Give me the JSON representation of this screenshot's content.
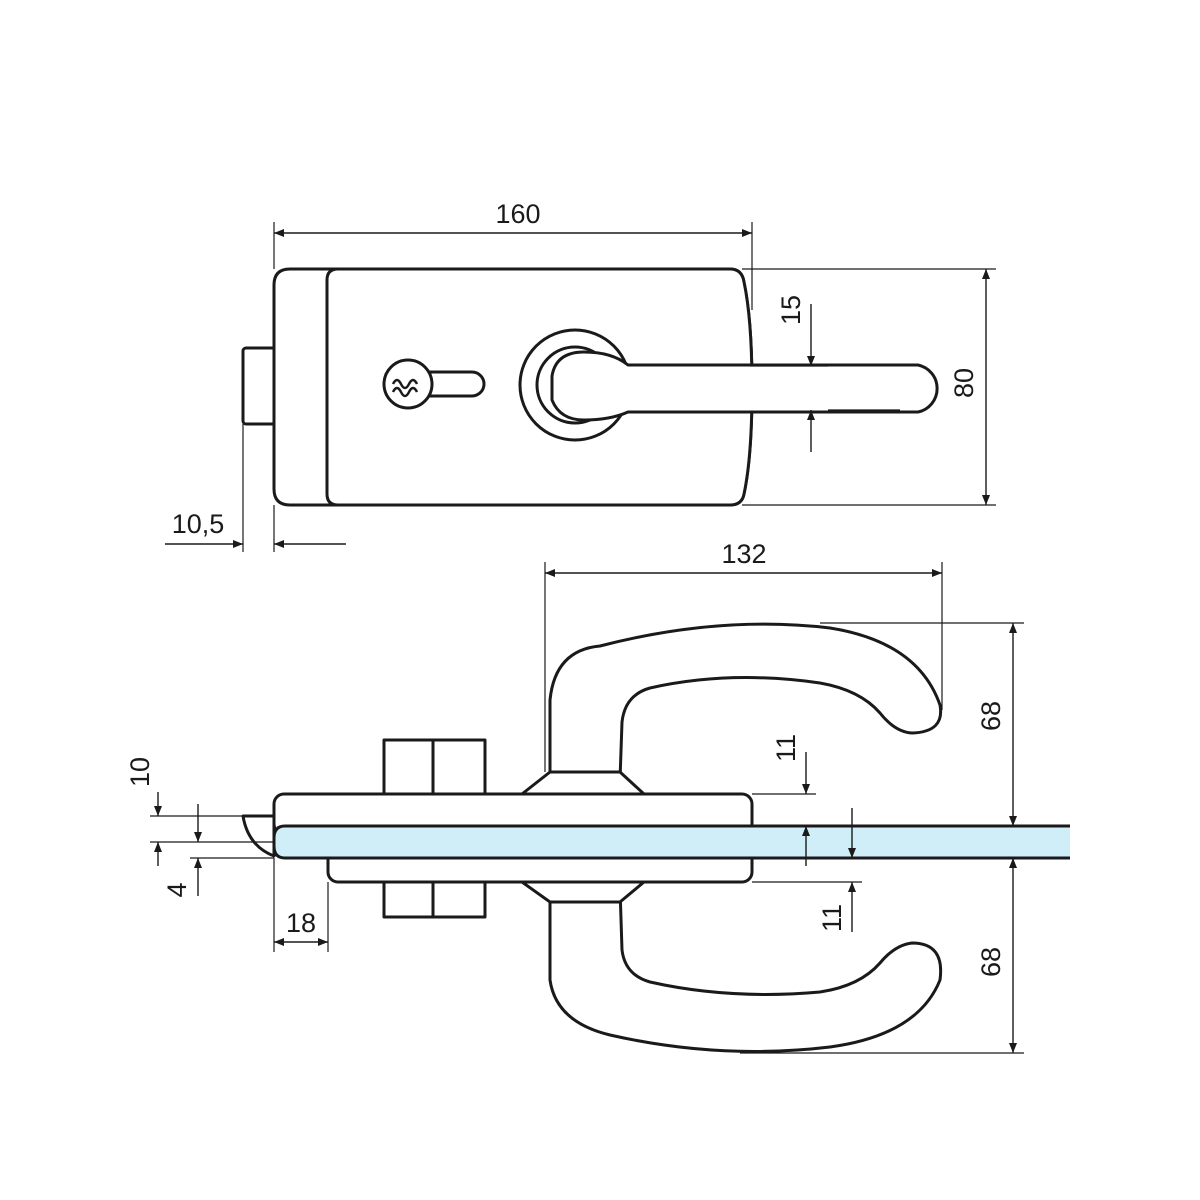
{
  "colors": {
    "line": "#1a1a1a",
    "glass": "#cfeef7",
    "background": "#ffffff"
  },
  "front_view": {
    "dimensions": {
      "overall_width": "160",
      "overall_height": "80",
      "lever_height": "15",
      "bolt_projection": "10,5"
    }
  },
  "side_view": {
    "dimensions": {
      "handle_reach": "132",
      "upper_handle_height": "68",
      "lower_handle_height": "68",
      "upper_plate_thickness": "11",
      "lower_plate_thickness": "11",
      "bolt_height": "10",
      "bolt_offset": "4",
      "plate_overlap": "18"
    }
  }
}
